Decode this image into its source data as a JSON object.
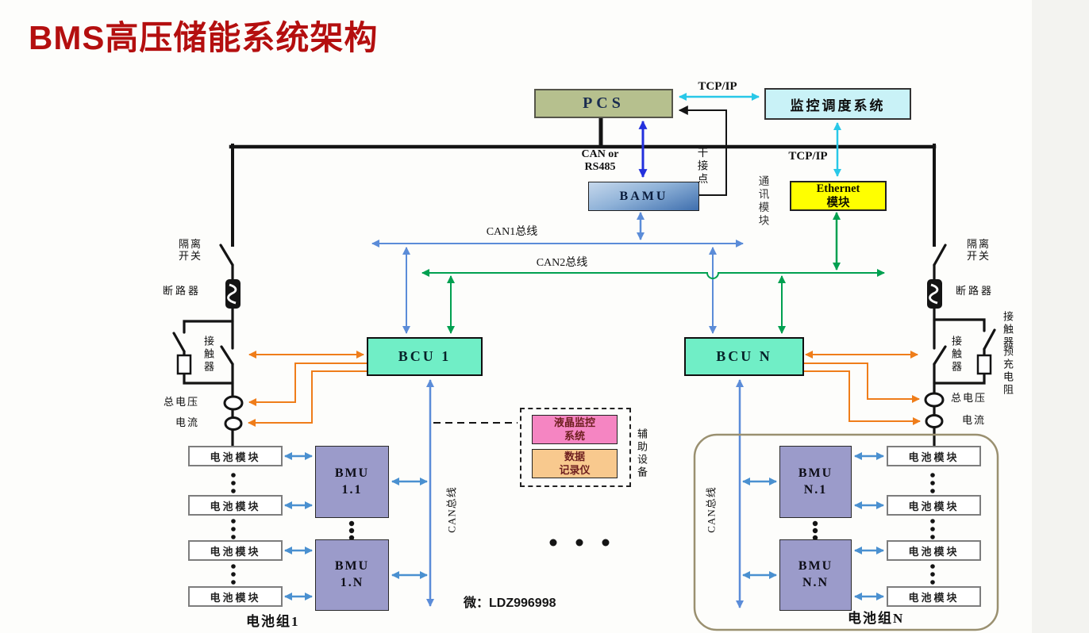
{
  "title": "BMS高压储能系统架构",
  "watermark": "微：LDZ996998",
  "colors": {
    "title_red": "#b40f0f",
    "pcs_fill": "#b6c08e",
    "monitor_fill": "#c9f2f7",
    "ethernet_fill": "#ffff00",
    "bcu_fill": "#70eec6",
    "bmu_fill": "#9b9bca",
    "lcd_fill": "#f585c2",
    "recorder_fill": "#f8c98e",
    "line_black": "#141414",
    "cyan": "#29c8e8",
    "royal": "#2330dd",
    "lblue": "#5b8cd8",
    "modblue": "#4a90d0",
    "green": "#00a050",
    "orange": "#ef7d1a",
    "container": "#9a9070"
  },
  "boxes": {
    "pcs": {
      "label": "PCS"
    },
    "monitor": {
      "label": "监控调度系统"
    },
    "bamu": {
      "label": "BAMU"
    },
    "ethernet": {
      "label": "Ethernet\n模块"
    },
    "bcu1": {
      "label": "BCU 1"
    },
    "bcun": {
      "label": "BCU N"
    },
    "bmu11": {
      "label": "BMU\n1.1"
    },
    "bmu1n": {
      "label": "BMU\n1.N"
    },
    "bmun1": {
      "label": "BMU\nN.1"
    },
    "bmunn": {
      "label": "BMU\nN.N"
    },
    "lcd_monitor": {
      "label": "液晶监控\n系统"
    },
    "data_recorder": {
      "label": "数据\n记录仪"
    },
    "battery_module": {
      "label": "电池模块"
    }
  },
  "links": {
    "tcpip_top": "TCP/IP",
    "tcpip_right": "TCP/IP",
    "can_or_rs485": "CAN or\nRS485",
    "dry_contact": "干接点",
    "comm_module": "通讯模块",
    "can1_bus": "CAN1总线",
    "can2_bus": "CAN2总线",
    "can_bus_group1": "CAN总线",
    "can_bus_groupn": "CAN总线"
  },
  "electrical": {
    "isolator_left": "隔离\n开关",
    "breaker_left": "断路器",
    "contactor_left": "接触器",
    "voltage_left": "总电压",
    "current_left": "电流",
    "isolator_right": "隔离\n开关",
    "breaker_right": "断路器",
    "contactor_right": "接触器",
    "precharge_contactor": "接触器",
    "precharge_resistor": "预充电阻",
    "voltage_right": "总电压",
    "current_right": "电流"
  },
  "groups": {
    "aux_device": "辅助设备",
    "battery_group1": "电池组1",
    "battery_groupn": "电池组N"
  }
}
